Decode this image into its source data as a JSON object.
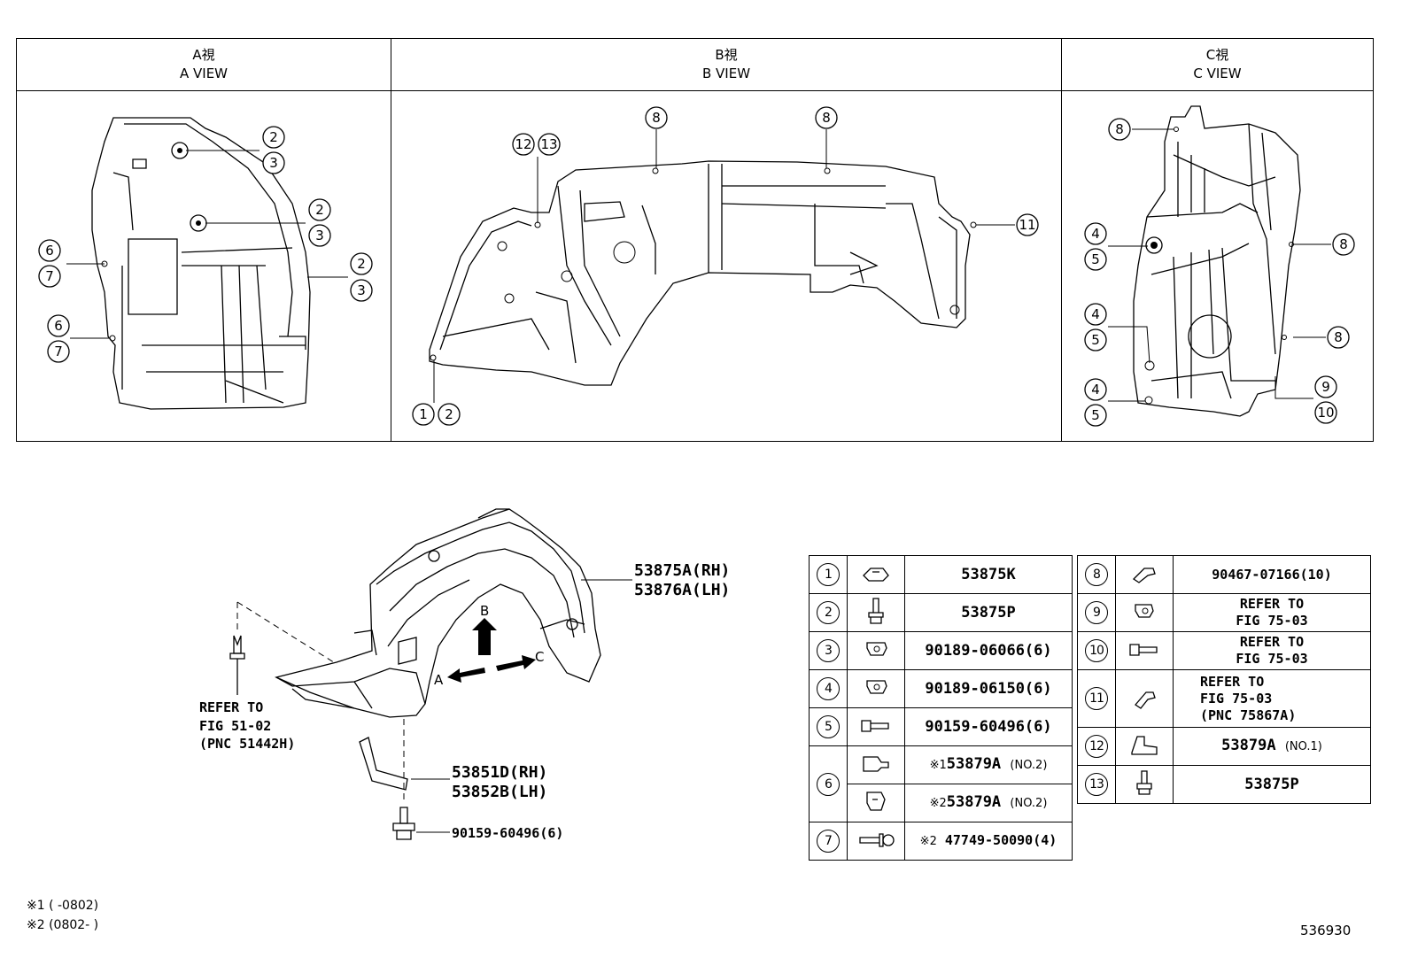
{
  "views": [
    {
      "jp": "A視",
      "en": "A VIEW"
    },
    {
      "jp": "B視",
      "en": "B VIEW"
    },
    {
      "jp": "C視",
      "en": "C VIEW"
    }
  ],
  "callouts": {
    "a": [
      "2",
      "3",
      "2",
      "3",
      "2",
      "3",
      "6",
      "7",
      "6",
      "7"
    ],
    "b": [
      "8",
      "8",
      "12",
      "13",
      "11",
      "1",
      "2"
    ],
    "c": [
      "8",
      "4",
      "5",
      "8",
      "4",
      "5",
      "8",
      "4",
      "5",
      "9",
      "10"
    ]
  },
  "main_labels": {
    "liner_rh": "53875A(RH)",
    "liner_lh": "53876A(LH)",
    "refer1": "REFER TO",
    "refer2": "FIG 51-02",
    "refer3": "(PNC 51442H)",
    "bracket_rh": "53851D(RH)",
    "bracket_lh": "53852B(LH)",
    "bolt": "90159-60496(6)",
    "arrow_a": "A",
    "arrow_b": "B",
    "arrow_c": "C"
  },
  "parts_left": [
    {
      "no": "1",
      "lines": [
        "53875K"
      ]
    },
    {
      "no": "2",
      "lines": [
        "53875P"
      ]
    },
    {
      "no": "3",
      "lines": [
        "90189-06066(6)"
      ]
    },
    {
      "no": "4",
      "lines": [
        "90189-06150(6)"
      ]
    },
    {
      "no": "5",
      "lines": [
        "90159-60496(6)"
      ]
    },
    {
      "no": "6",
      "mark1": "※1",
      "part1": "53879A",
      "suffix1": "(NO.2)",
      "mark2": "※2",
      "part2": "53879A",
      "suffix2": "(NO.2)"
    },
    {
      "no": "7",
      "mark": "※2",
      "part": "47749-50090(4)"
    }
  ],
  "parts_right": [
    {
      "no": "8",
      "lines": [
        "90467-07166(10)"
      ]
    },
    {
      "no": "9",
      "lines": [
        "REFER TO",
        "FIG 75-03"
      ]
    },
    {
      "no": "10",
      "lines": [
        "REFER TO",
        "FIG 75-03"
      ]
    },
    {
      "no": "11",
      "lines": [
        "REFER TO",
        "FIG 75-03",
        "(PNC 75867A)"
      ]
    },
    {
      "no": "12",
      "part": "53879A",
      "suffix": "(NO.1)"
    },
    {
      "no": "13",
      "lines": [
        "53875P"
      ]
    }
  ],
  "notes": [
    "※1 (      -0802)",
    "※2 (0802-      )"
  ],
  "figure_number": "536930"
}
